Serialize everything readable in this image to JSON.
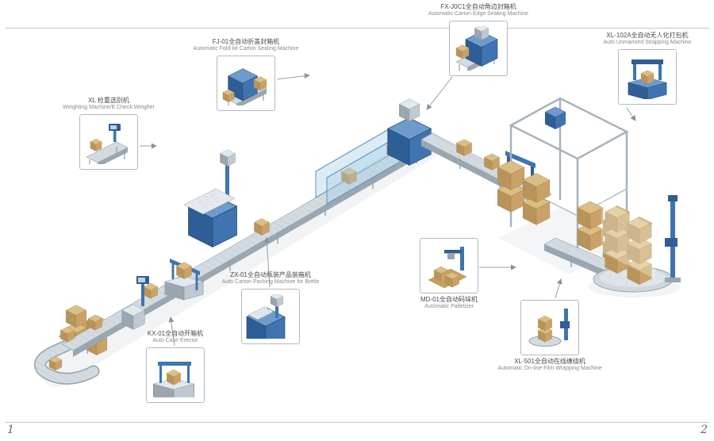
{
  "page": {
    "left_number": "1",
    "right_number": "2"
  },
  "callouts": {
    "fx_j0c1": {
      "cn": "FX-J0C1全自动角边封箱机",
      "en": "Automatic Carton Edge Sealing Machine"
    },
    "fj_01": {
      "cn": "FJ-01全自动折盖封箱机",
      "en": "Automatic Fold-lid Carton Sealing Machine"
    },
    "xl_102a": {
      "cn": "XL-102A全自动无人化打包机",
      "en": "Auto Unmanned Strapping Machine"
    },
    "check_weigher": {
      "cn": "XL 检重选别机",
      "en": "Weighting Machine/E.Check Weigher"
    },
    "zx_01": {
      "cn": "ZX-01全自动瓶装产品装箱机",
      "en": "Auto Carton Packing Machine for Bottle"
    },
    "md_01": {
      "cn": "MD-01全自动码垛机",
      "en": "Automatic Palletizer"
    },
    "kx_01": {
      "cn": "KX-01全自动开箱机",
      "en": "Auto Case Erector"
    },
    "xl_501": {
      "cn": "XL-501全自动在线缠绕机",
      "en": "Automatic On-line Film Wrapping Machine"
    }
  }
}
